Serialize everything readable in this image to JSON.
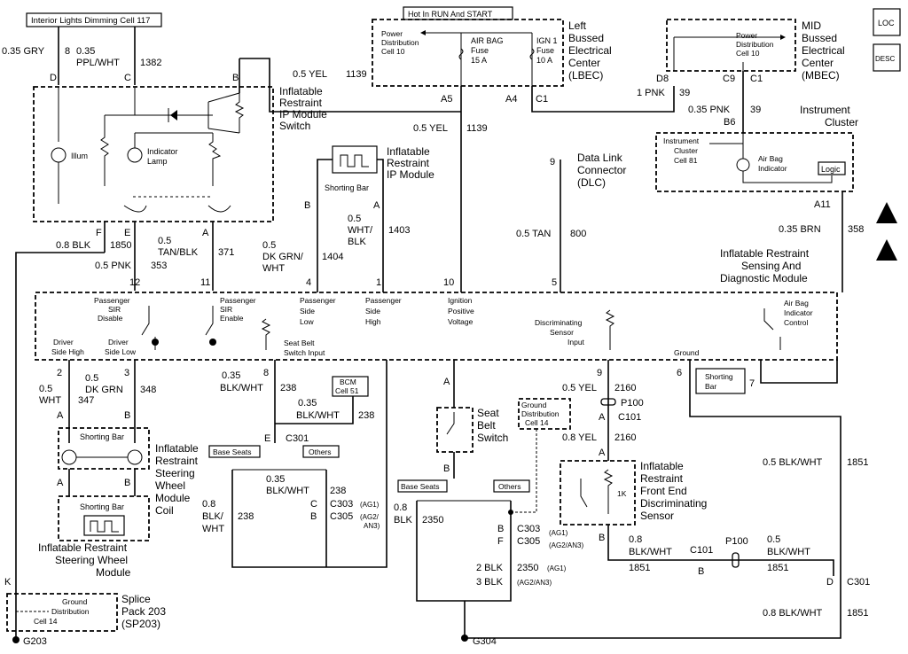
{
  "header_box": "Interior Lights Dimming Cell 117",
  "hot_box": "Hot In RUN And START",
  "lbec": {
    "pd": [
      "Power",
      "Distribution",
      "Cell 10"
    ],
    "fuse1": [
      "AIR BAG",
      "Fuse",
      "15 A"
    ],
    "fuse2": [
      "IGN 1",
      "Fuse",
      "10 A"
    ],
    "title": [
      "Left",
      "Bussed",
      "Electrical",
      "Center",
      "(LBEC)"
    ]
  },
  "mbec": {
    "pd": [
      "Power",
      "Distribution",
      "Cell 10"
    ],
    "title": [
      "MID",
      "Bussed",
      "Electrical",
      "Center",
      "(MBEC)"
    ]
  },
  "icons": {
    "loc": "LOC",
    "desc": "DESC",
    "esd1": "esd-warning-icon",
    "esd2": "esd-warning-icon"
  },
  "wires": {
    "w8": "8",
    "w8b": "0.35 GRY",
    "w1382a": "0.35",
    "w1382b": "PPL/WHT",
    "w1382c": "1382",
    "w1139a": "0.5 YEL",
    "w1139b": "1139",
    "w1139c": "0.5 YEL",
    "w1139d": "1139",
    "pnk1": "1 PNK",
    "pnk1n": "39",
    "pnk035": "0.35 PNK",
    "pnk035n": "39",
    "blk": "0.8 BLK",
    "blkn": "1850",
    "tan": "0.5",
    "tanb": "TAN/BLK",
    "tann": "371",
    "pnk05": "0.5 PNK",
    "pnk05n": "353",
    "dkgrn": "0.5",
    "dkgrnb": "DK GRN/",
    "dkgrnc": "WHT",
    "dkgrnn": "1404",
    "whtblk": "0.5",
    "whtblkb": "WHT/",
    "whtblkc": "BLK",
    "whtblkn": "1403",
    "tan800": "0.5 TAN",
    "tan800n": "800",
    "brn": "0.35 BRN",
    "brnn": "358",
    "wht347a": "0.5",
    "wht347b": "WHT",
    "wht347n": "347",
    "dkg348a": "0.5",
    "dkg348b": "DK GRN",
    "dkg348n": "348",
    "bw238a": "0.35",
    "bw238b": "BLK/WHT",
    "bw238n": "238",
    "bw238c": "0.35",
    "bw238d": "BLK/WHT",
    "bw238e": "238",
    "yel2160a": "0.5 YEL",
    "yel2160n": "2160",
    "yel2160b": "0.8 YEL",
    "yel2160m": "2160",
    "bw1851a": "0.5 BLK/WHT",
    "bw1851n": "1851",
    "bw08a": "0.8",
    "bw08b": "BLK/WHT",
    "bw08n": "1851",
    "bw05a": "0.5",
    "bw05b": "BLK/WHT",
    "bw05n": "1851",
    "bw08c": "0.8 BLK/WHT",
    "bw08cn": "1851",
    "blkwht238a": "0.35",
    "blkwht238b": "BLK/WHT",
    "blkwht238n": "238",
    "bw08L1": "0.8",
    "bw08L2": "BLK/",
    "bw08L3": "WHT",
    "bw08Ln": "238",
    "blk2350a": "0.8",
    "blk2350b": "BLK",
    "blk2350n": "2350",
    "blk2a": "2 BLK",
    "blk2n": "2350",
    "blk2ag": "(AG1)",
    "blk3a": "3 BLK",
    "blk3ag": "(AG2/AN3)"
  },
  "pins": {
    "D": "D",
    "C": "C",
    "B": "B",
    "A5": "A5",
    "A4": "A4",
    "C1": "C1",
    "D8": "D8",
    "C9": "C9",
    "C1b": "C1",
    "B6": "B6",
    "F": "F",
    "E": "E",
    "A": "A",
    "Bip": "B",
    "Aip": "A",
    "p9": "9",
    "A11": "A11",
    "p12": "12",
    "p11": "11",
    "p4": "4",
    "p1": "1",
    "p10": "10",
    "p5": "5",
    "p2": "2",
    "p3": "3",
    "p8": "8",
    "p9b": "9",
    "p6": "6",
    "p7": "7",
    "Asw": "A",
    "Bsw": "B",
    "As": "A",
    "Bs": "B",
    "As2": "A",
    "Bs2": "B",
    "Ap": "A",
    "Ac": "A",
    "Bf": "B",
    "Ef": "E",
    "K": "K",
    "Df": "D",
    "Csw": "C",
    "Bsw2": "B",
    "Bc": "B",
    "Fc": "F",
    "Bc101": "B"
  },
  "ip_switch": [
    "Inflatable",
    "Restraint",
    "IP Module",
    "Switch"
  ],
  "illum": "Illum",
  "indicator": [
    "Indicator",
    "Lamp"
  ],
  "ip_module": [
    "Inflatable",
    "Restraint",
    "IP Module"
  ],
  "shorting_bar": "Shorting Bar",
  "dlc": [
    "Data Link",
    "Connector",
    "(DLC)"
  ],
  "instrument_cluster": [
    "Instrument",
    "Cluster"
  ],
  "ic_cell": [
    "Instrument",
    "Cluster",
    "Cell 81"
  ],
  "airbag_ind": [
    "Air Bag",
    "Indicator"
  ],
  "logic": "Logic",
  "sdm": [
    "Inflatable Restraint",
    "Sensing And",
    "Diagnostic Module"
  ],
  "sdm_labels": {
    "pass_dis": [
      "Passenger",
      "SIR",
      "Disable"
    ],
    "pass_en": [
      "Passenger",
      "SIR",
      "Enable"
    ],
    "pass_low": [
      "Passenger",
      "Side",
      "Low"
    ],
    "pass_high": [
      "Passenger",
      "Side",
      "High"
    ],
    "ign": [
      "Ignition",
      "Positive",
      "Voltage"
    ],
    "disc": [
      "Discriminating",
      "Sensor",
      "Input"
    ],
    "abic": [
      "Air Bag",
      "Indicator",
      "Control"
    ],
    "dsh": [
      "Driver",
      "Side High"
    ],
    "dsl": [
      "Driver",
      "Side Low"
    ],
    "sbsi": [
      "Seat Belt",
      "Switch Input"
    ],
    "ground": "Ground"
  },
  "shorting_bar2": [
    "Shorting",
    "Bar"
  ],
  "bcm": [
    "BCM",
    "Cell 51"
  ],
  "c301": "C301",
  "c301b": "C301",
  "base_seats": "Base Seats",
  "others": "Others",
  "base_seats2": "Base Seats",
  "others2": "Others",
  "sw_module": [
    "Inflatable",
    "Restraint",
    "Steering",
    "Wheel",
    "Module",
    "Coil"
  ],
  "sw_bottom": [
    "Inflatable Restraint",
    "Steering Wheel",
    "Module"
  ],
  "c303a": "C303",
  "c303ag": "(AG1)",
  "c305a": "C305",
  "c305ag": [
    "(AG2/",
    "AN3)"
  ],
  "c303b": "C303",
  "c305b": "C305",
  "c303bag": "(AG1)",
  "c305bag": "(AG2/AN3)",
  "seatbelt": [
    "Seat",
    "Belt",
    "Switch"
  ],
  "gdc14": [
    "Ground",
    "Distribution",
    "Cell 14"
  ],
  "p100": "P100",
  "c101": "C101",
  "p100b": "P100",
  "c101b": "C101",
  "fed": [
    "Inflatable",
    "Restraint",
    "Front End",
    "Discriminating",
    "Sensor"
  ],
  "r1k": "1K",
  "splice": [
    "Splice",
    "Pack 203",
    "(SP203)"
  ],
  "gdc14b": [
    "Ground",
    "Distribution",
    "Cell 14"
  ],
  "g203": "G203",
  "g304": "G304"
}
